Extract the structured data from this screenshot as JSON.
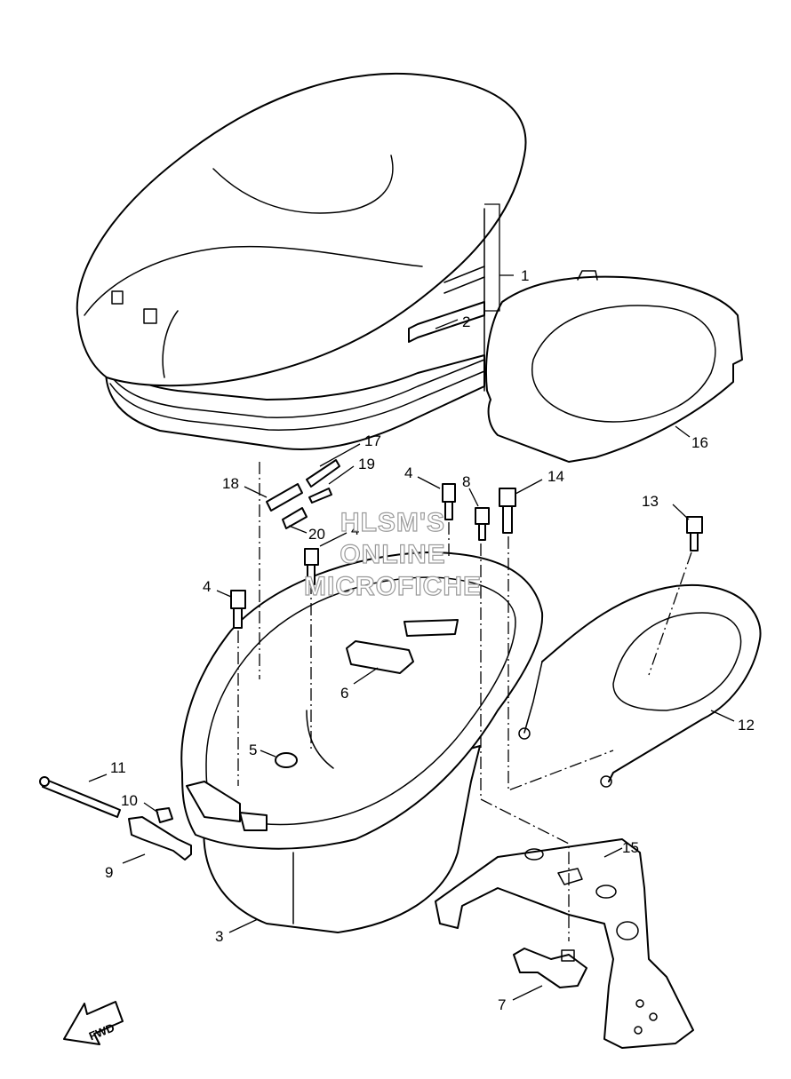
{
  "callouts": [
    {
      "id": "1",
      "label": "1"
    },
    {
      "id": "2",
      "label": "2"
    },
    {
      "id": "16",
      "label": "16"
    },
    {
      "id": "17",
      "label": "17"
    },
    {
      "id": "19",
      "label": "19"
    },
    {
      "id": "18",
      "label": "18"
    },
    {
      "id": "20",
      "label": "20"
    },
    {
      "id": "4a",
      "label": "4"
    },
    {
      "id": "8",
      "label": "8"
    },
    {
      "id": "14",
      "label": "14"
    },
    {
      "id": "13",
      "label": "13"
    },
    {
      "id": "4b",
      "label": "4"
    },
    {
      "id": "4c",
      "label": "4"
    },
    {
      "id": "6",
      "label": "6"
    },
    {
      "id": "12",
      "label": "12"
    },
    {
      "id": "5",
      "label": "5"
    },
    {
      "id": "11",
      "label": "11"
    },
    {
      "id": "10",
      "label": "10"
    },
    {
      "id": "9",
      "label": "9"
    },
    {
      "id": "15",
      "label": "15"
    },
    {
      "id": "3",
      "label": "3"
    },
    {
      "id": "7",
      "label": "7"
    }
  ],
  "watermark": {
    "line1": "HLSM'S",
    "line2": "ONLINE",
    "line3": "MICROFICHE"
  },
  "fwd_label": "FWD"
}
